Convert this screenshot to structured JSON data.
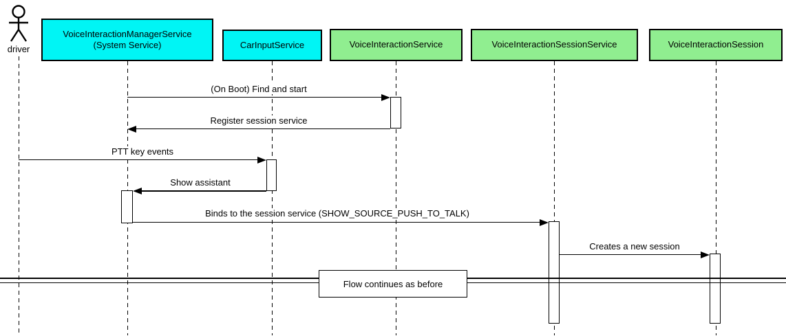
{
  "diagram": {
    "type": "uml-sequence",
    "actor": {
      "name": "driver"
    },
    "participants": [
      {
        "id": "vims",
        "line1": "VoiceInteractionManagerService",
        "line2": "(System Service)",
        "fill": "#00F5F5"
      },
      {
        "id": "car-input-service",
        "line1": "CarInputService",
        "line2": "",
        "fill": "#00F5F5"
      },
      {
        "id": "voice-interaction-service",
        "line1": "VoiceInteractionService",
        "line2": "",
        "fill": "#90EE90"
      },
      {
        "id": "voice-interaction-session-service",
        "line1": "VoiceInteractionSessionService",
        "line2": "",
        "fill": "#90EE90"
      },
      {
        "id": "voice-interaction-session",
        "line1": "VoiceInteractionSession",
        "line2": "",
        "fill": "#90EE90"
      }
    ],
    "messages": [
      {
        "label": "(On Boot) Find and start",
        "from": "VoiceInteractionManagerService (System Service)",
        "to": "VoiceInteractionService",
        "direction": "right"
      },
      {
        "label": "Register session service",
        "from": "VoiceInteractionService",
        "to": "VoiceInteractionManagerService (System Service)",
        "direction": "left"
      },
      {
        "label": "PTT key events",
        "from": "driver",
        "to": "CarInputService",
        "direction": "right"
      },
      {
        "label": "Show assistant",
        "from": "CarInputService",
        "to": "VoiceInteractionManagerService (System Service)",
        "direction": "left"
      },
      {
        "label": "Binds to the session service (SHOW_SOURCE_PUSH_TO_TALK)",
        "from": "VoiceInteractionManagerService (System Service)",
        "to": "VoiceInteractionSessionService",
        "direction": "right"
      },
      {
        "label": "Creates a new session",
        "from": "VoiceInteractionSessionService",
        "to": "VoiceInteractionSession",
        "direction": "right"
      }
    ],
    "divider": {
      "label": "Flow continues as before"
    },
    "colors": {
      "participant_cyan": "#00F5F5",
      "participant_green": "#90EE90",
      "line": "#000000",
      "background": "#FFFFFF"
    }
  }
}
